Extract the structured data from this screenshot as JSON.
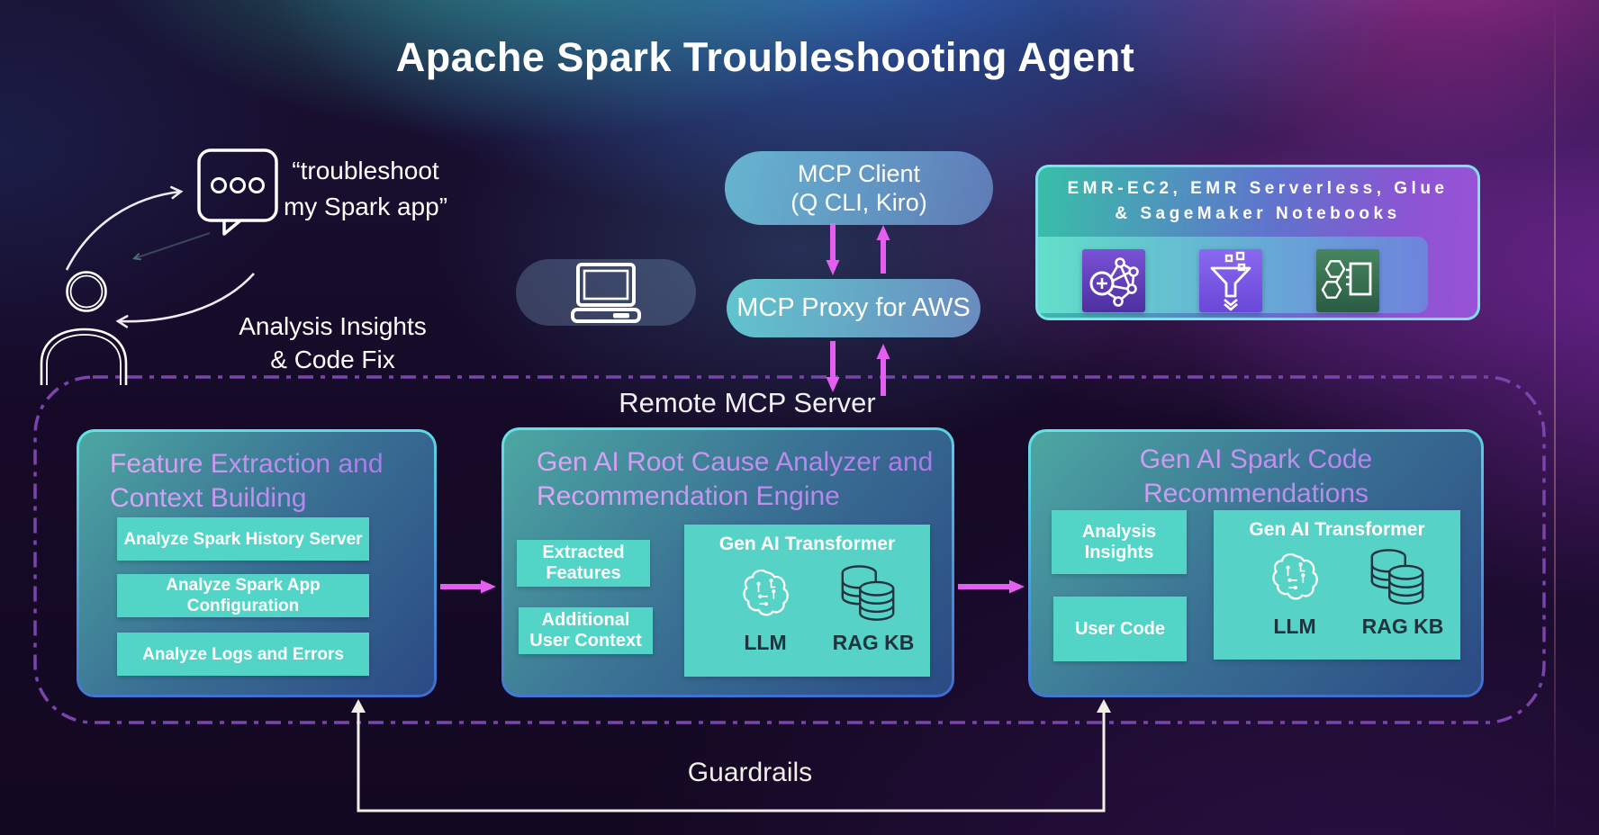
{
  "title": "Apache Spark Troubleshooting Agent",
  "user_flow": {
    "request_label": "“troubleshoot\nmy Spark app”",
    "response_label": "Analysis Insights\n& Code Fix",
    "icons": [
      "chat-bubble-icon",
      "user-icon",
      "laptop-icon"
    ]
  },
  "mcp": {
    "client_label": "MCP Client\n(Q CLI, Kiro)",
    "proxy_label": "MCP Proxy for AWS"
  },
  "environments": {
    "heading": "EMR-EC2, EMR Serverless, Glue\n& SageMaker Notebooks",
    "icons": [
      "emr-service-icon",
      "glue-service-icon",
      "sagemaker-notebook-icon"
    ]
  },
  "server": {
    "label": "Remote MCP Server",
    "boxes": [
      {
        "title": "Feature Extraction and\nContext Building",
        "items": [
          "Analyze Spark History Server",
          "Analyze Spark App\nConfiguration",
          "Analyze Logs and Errors"
        ]
      },
      {
        "title": "Gen AI Root Cause Analyzer and\nRecommendation Engine",
        "items": [
          "Extracted\nFeatures",
          "Additional\nUser Context"
        ],
        "transformer": {
          "title": "Gen AI Transformer",
          "llm_label": "LLM",
          "rag_label": "RAG KB",
          "icons": [
            "llm-brain-icon",
            "rag-kb-database-icon"
          ]
        }
      },
      {
        "title": "Gen AI Spark Code\nRecommendations",
        "items": [
          "Analysis\nInsights",
          "User Code"
        ],
        "transformer": {
          "title": "Gen AI Transformer",
          "llm_label": "LLM",
          "rag_label": "RAG KB",
          "icons": [
            "llm-brain-icon",
            "rag-kb-database-icon"
          ]
        }
      }
    ]
  },
  "guardrails_label": "Guardrails",
  "colors": {
    "arrow_magenta": "#e45ef0",
    "teal_panel": "#52d4c6",
    "dashed_border": "#7a44ad",
    "title_lavender": "#c9a0f0",
    "box_border_top": "#63e6e6",
    "box_border_bottom": "#3f6bd0",
    "guardrail_white": "#f2eee8"
  }
}
